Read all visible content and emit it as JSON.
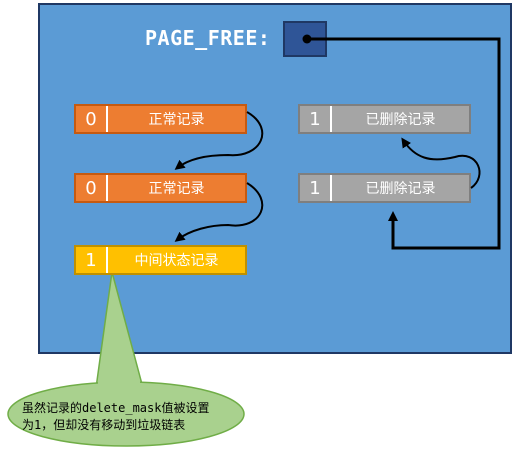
{
  "page_free_label": "PAGE_FREE:",
  "records": [
    {
      "flag": "0",
      "label": "正常记录"
    },
    {
      "flag": "0",
      "label": "正常记录"
    },
    {
      "flag": "1",
      "label": "中间状态记录"
    },
    {
      "flag": "1",
      "label": "已删除记录"
    },
    {
      "flag": "1",
      "label": "已删除记录"
    }
  ],
  "callout": {
    "line1": "虽然记录的delete_mask值被设置",
    "line2": "为1，但却没有移动到垃圾链表"
  },
  "colors": {
    "panel": "#5b9bd5",
    "page_free_box": "#2f5597",
    "normal_record": "#ed7d31",
    "deleted_record": "#a5a5a5",
    "mid_record": "#ffc000",
    "callout": "#a9d18e"
  }
}
